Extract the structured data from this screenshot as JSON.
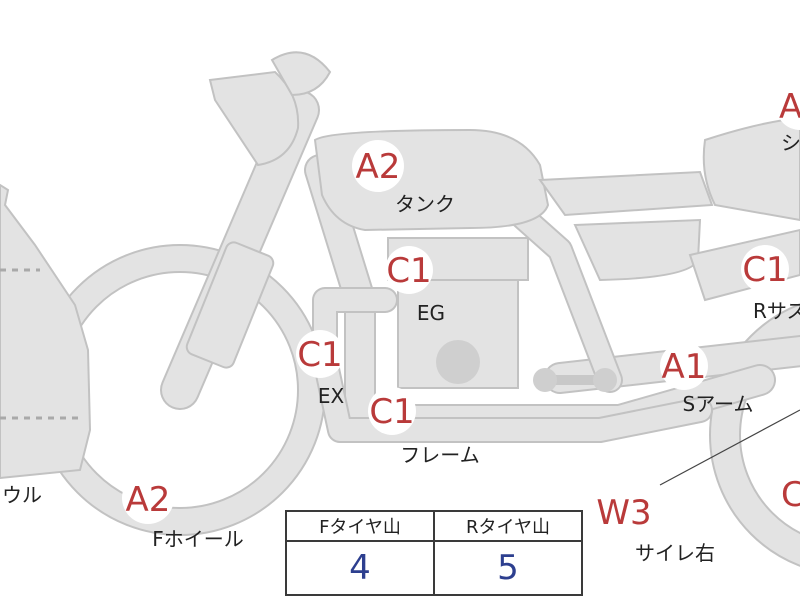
{
  "colors": {
    "part_fill": "#e3e3e3",
    "part_outline": "#c2c2c2",
    "grade_text": "#b93a3a",
    "tread_value_text": "#2d3f8f",
    "table_border": "#3a3a3a"
  },
  "markers": [
    {
      "id": "tank",
      "grade": "A2",
      "label": "タンク"
    },
    {
      "id": "engine",
      "grade": "C1",
      "label": "EG"
    },
    {
      "id": "exhaust",
      "grade": "C1",
      "label": "EX"
    },
    {
      "id": "frame",
      "grade": "C1",
      "label": "フレーム"
    },
    {
      "id": "swingarm",
      "grade": "A1",
      "label": "Sアーム"
    },
    {
      "id": "rear-suspension",
      "grade": "C1",
      "label": "Rサス"
    },
    {
      "id": "seat",
      "grade": "A",
      "label": "シ"
    },
    {
      "id": "muffler-right",
      "grade": "W3",
      "label": "サイレ右"
    },
    {
      "id": "front-wheel",
      "grade": "A2",
      "label": "Fホイール"
    },
    {
      "id": "cowl",
      "grade": "",
      "label": "ウル"
    },
    {
      "id": "rear-wheel",
      "grade": "C",
      "label": ""
    }
  ],
  "tread_table": {
    "front_header": "Fタイヤ山",
    "rear_header": "Rタイヤ山",
    "front_value": "4",
    "rear_value": "5"
  }
}
